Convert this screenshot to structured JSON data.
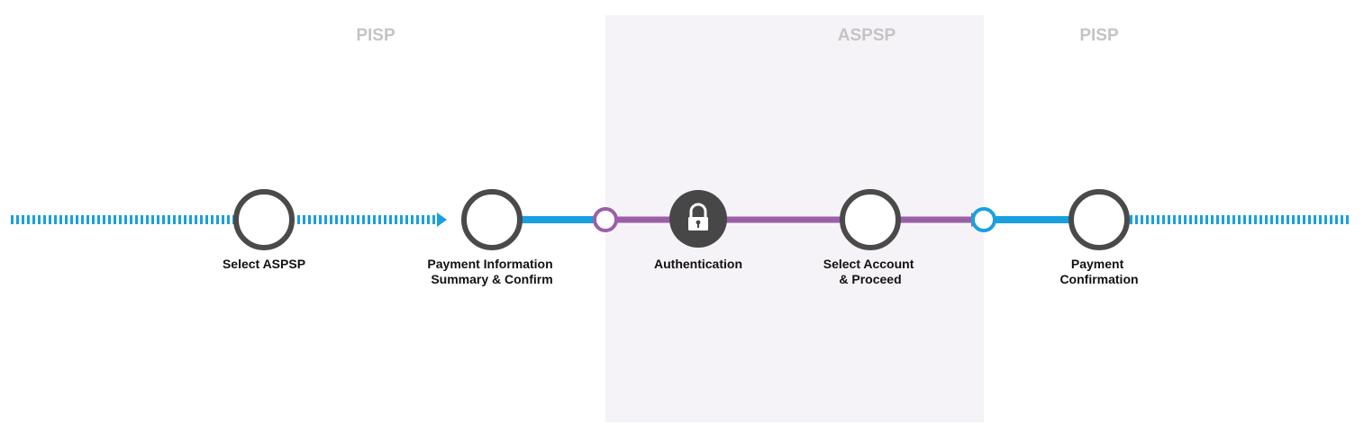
{
  "colors": {
    "pisp_blue": "#1aa0e0",
    "aspsp_purple": "#9b5fa8",
    "node_ring": "#4a4a4a",
    "node_filled": "#474747",
    "zone_bg": "#f5f3f7",
    "zone_label": "#c4c4c4",
    "label_text": "#111111"
  },
  "zones": [
    {
      "label": "PISP"
    },
    {
      "label": "ASPSP"
    },
    {
      "label": "PISP"
    }
  ],
  "steps": [
    {
      "label_lines": [
        "Select ASPSP"
      ],
      "icon": "circle-node"
    },
    {
      "label_lines": [
        "Payment Information",
        "Summary & Confirm"
      ],
      "icon": "circle-node"
    },
    {
      "label_lines": [
        "Authentication"
      ],
      "icon": "lock-icon"
    },
    {
      "label_lines": [
        "Select Account",
        "& Proceed"
      ],
      "icon": "circle-node"
    },
    {
      "label_lines": [
        "Payment",
        "Confirmation"
      ],
      "icon": "circle-node"
    }
  ]
}
